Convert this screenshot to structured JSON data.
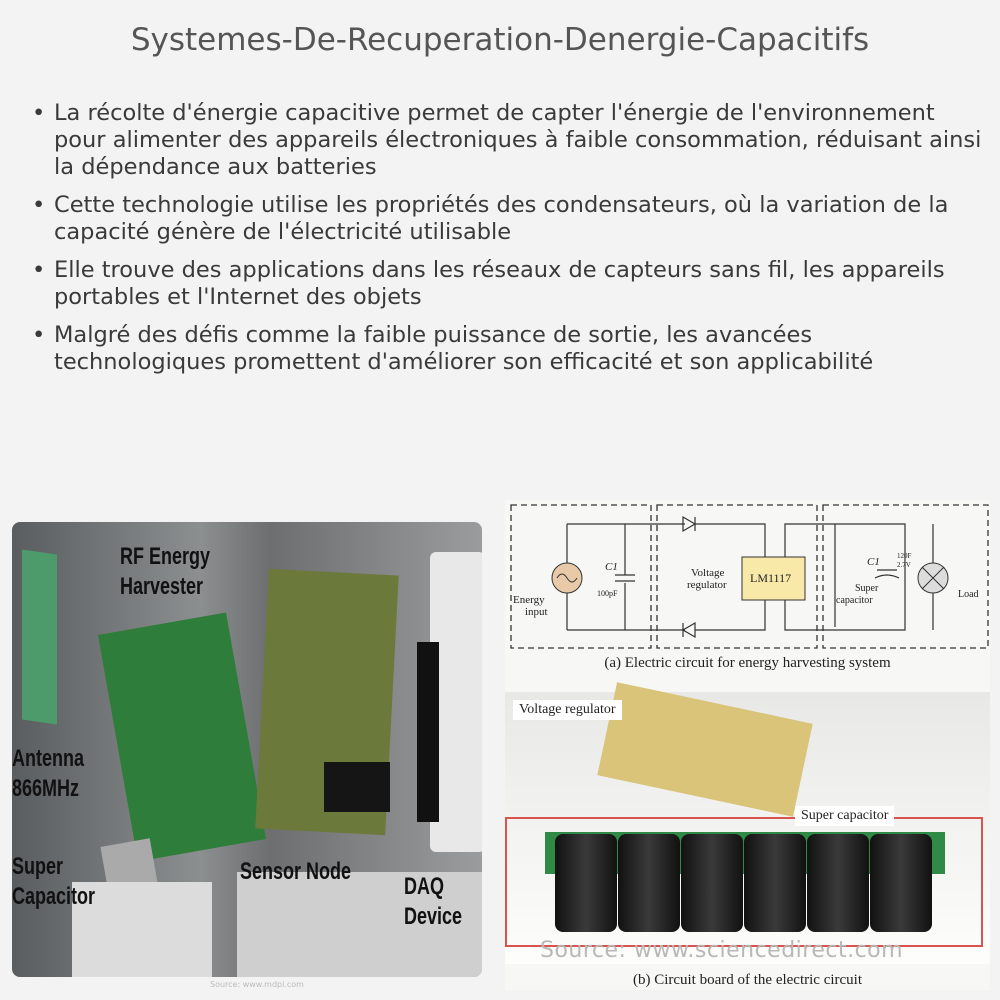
{
  "title": "Systemes-De-Recuperation-Denergie-Capacitifs",
  "bullets": [
    "La récolte d'énergie capacitive permet de capter l'énergie de l'environnement pour alimenter des appareils électroniques à faible consommation, réduisant ainsi la dépendance aux batteries",
    "Cette technologie utilise les propriétés des condensateurs, où la variation de la capacité génère de l'électricité utilisable",
    "Elle trouve des applications dans les réseaux de capteurs sans fil, les appareils portables et l'Internet des objets",
    "Malgré des défis comme la faible puissance de sortie, les avancées technologiques promettent d'améliorer son efficacité et son applicabilité"
  ],
  "bullet_symbol": "•",
  "photo": {
    "labels": {
      "rf": "RF Energy Harvester",
      "antenna": "Antenna 866MHz",
      "supercap": "Super Capacitor",
      "sensor": "Sensor Node",
      "daq": "DAQ Device"
    },
    "source": "Source: www.mdpi.com"
  },
  "circuit": {
    "c1_label": "C1",
    "c1_value": "100pF",
    "energy_input": [
      "Energy",
      "input"
    ],
    "regulator_label": [
      "Voltage",
      "regulator"
    ],
    "regulator_chip": "LM1117",
    "supercap_c": "C1",
    "supercap_value": [
      "120F",
      "2.7V"
    ],
    "supercap_label": [
      "Super",
      "capacitor"
    ],
    "load": "Load",
    "caption": "(a) Electric circuit for energy harvesting system"
  },
  "board": {
    "voltage_regulator": "Voltage regulator",
    "super_capacitor": "Super capacitor",
    "caption": "(b) Circuit board of the electric circuit"
  },
  "source": "Source: www.sciencedirect.com",
  "colors": {
    "regulator_fill": "#f8e9a8",
    "source_fill": "#e8c9a8",
    "box_outline": "#d9534f"
  }
}
